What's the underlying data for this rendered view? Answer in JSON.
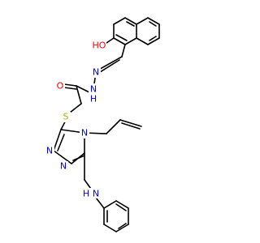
{
  "colors": {
    "O": "#ff0000",
    "N": "#0000ff",
    "S": "#b2b200",
    "C": "#000000"
  },
  "atoms": [
    {
      "id": "ho",
      "label": "HO",
      "element": "O"
    },
    {
      "id": "n_imine",
      "label": "N",
      "element": "N"
    },
    {
      "id": "o_carbonyl",
      "label": "O",
      "element": "O"
    },
    {
      "id": "n_hydrazide",
      "label": "N",
      "element": "N"
    },
    {
      "id": "h_hydrazide",
      "label": "H",
      "element": "N"
    },
    {
      "id": "s",
      "label": "S",
      "element": "S"
    },
    {
      "id": "n_tri1",
      "label": "N",
      "element": "N"
    },
    {
      "id": "n_tri2",
      "label": "N",
      "element": "N"
    },
    {
      "id": "n_tri4",
      "label": "N",
      "element": "N"
    },
    {
      "id": "n_amine",
      "label": "N",
      "element": "N"
    },
    {
      "id": "h_amine",
      "label": "H",
      "element": "N"
    }
  ]
}
